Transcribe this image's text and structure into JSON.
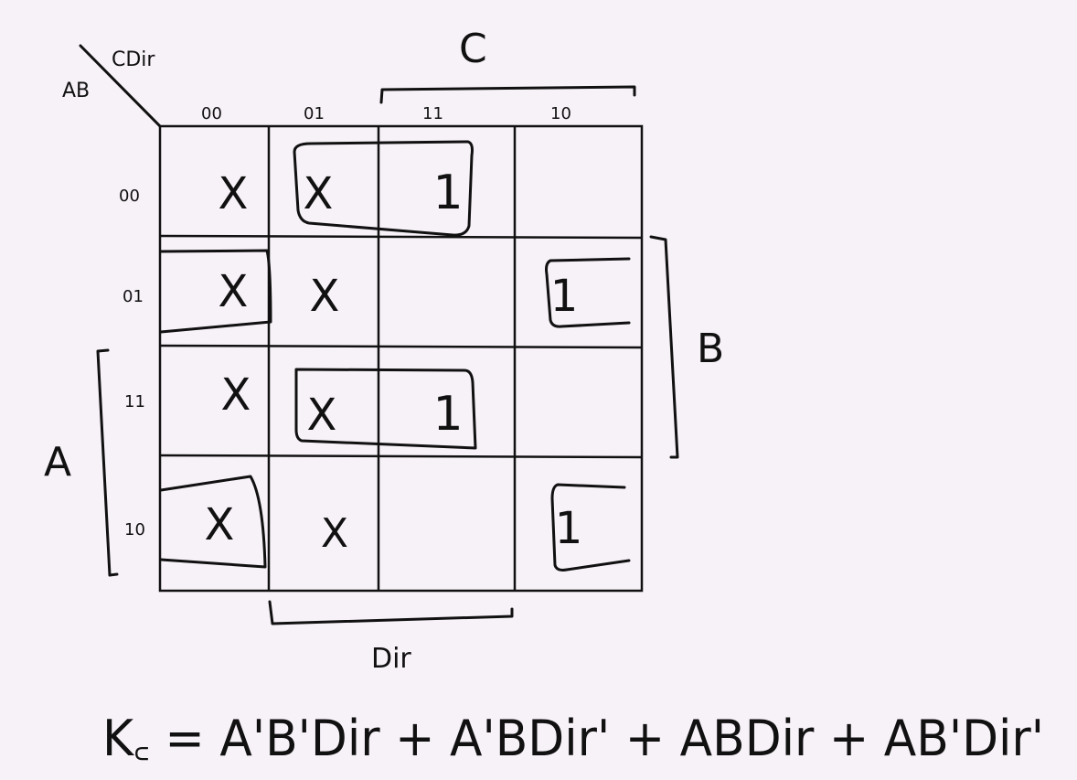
{
  "kmap": {
    "corner": {
      "rows_var": "AB",
      "cols_var": "CDir"
    },
    "col_labels": [
      "00",
      "01",
      "11",
      "10"
    ],
    "row_labels": [
      "00",
      "01",
      "11",
      "10"
    ],
    "cells": [
      [
        "X",
        "X",
        "1",
        ""
      ],
      [
        "X",
        "X",
        "",
        "1"
      ],
      [
        "X",
        "X",
        "1",
        ""
      ],
      [
        "X",
        "X",
        "",
        "1"
      ]
    ],
    "brackets": {
      "C": "C",
      "B": "B",
      "A": "A",
      "Dir": "Dir"
    }
  },
  "equation": "K꜀ = A'B'Dir + A'BDir' + ABDir + AB'Dir'"
}
